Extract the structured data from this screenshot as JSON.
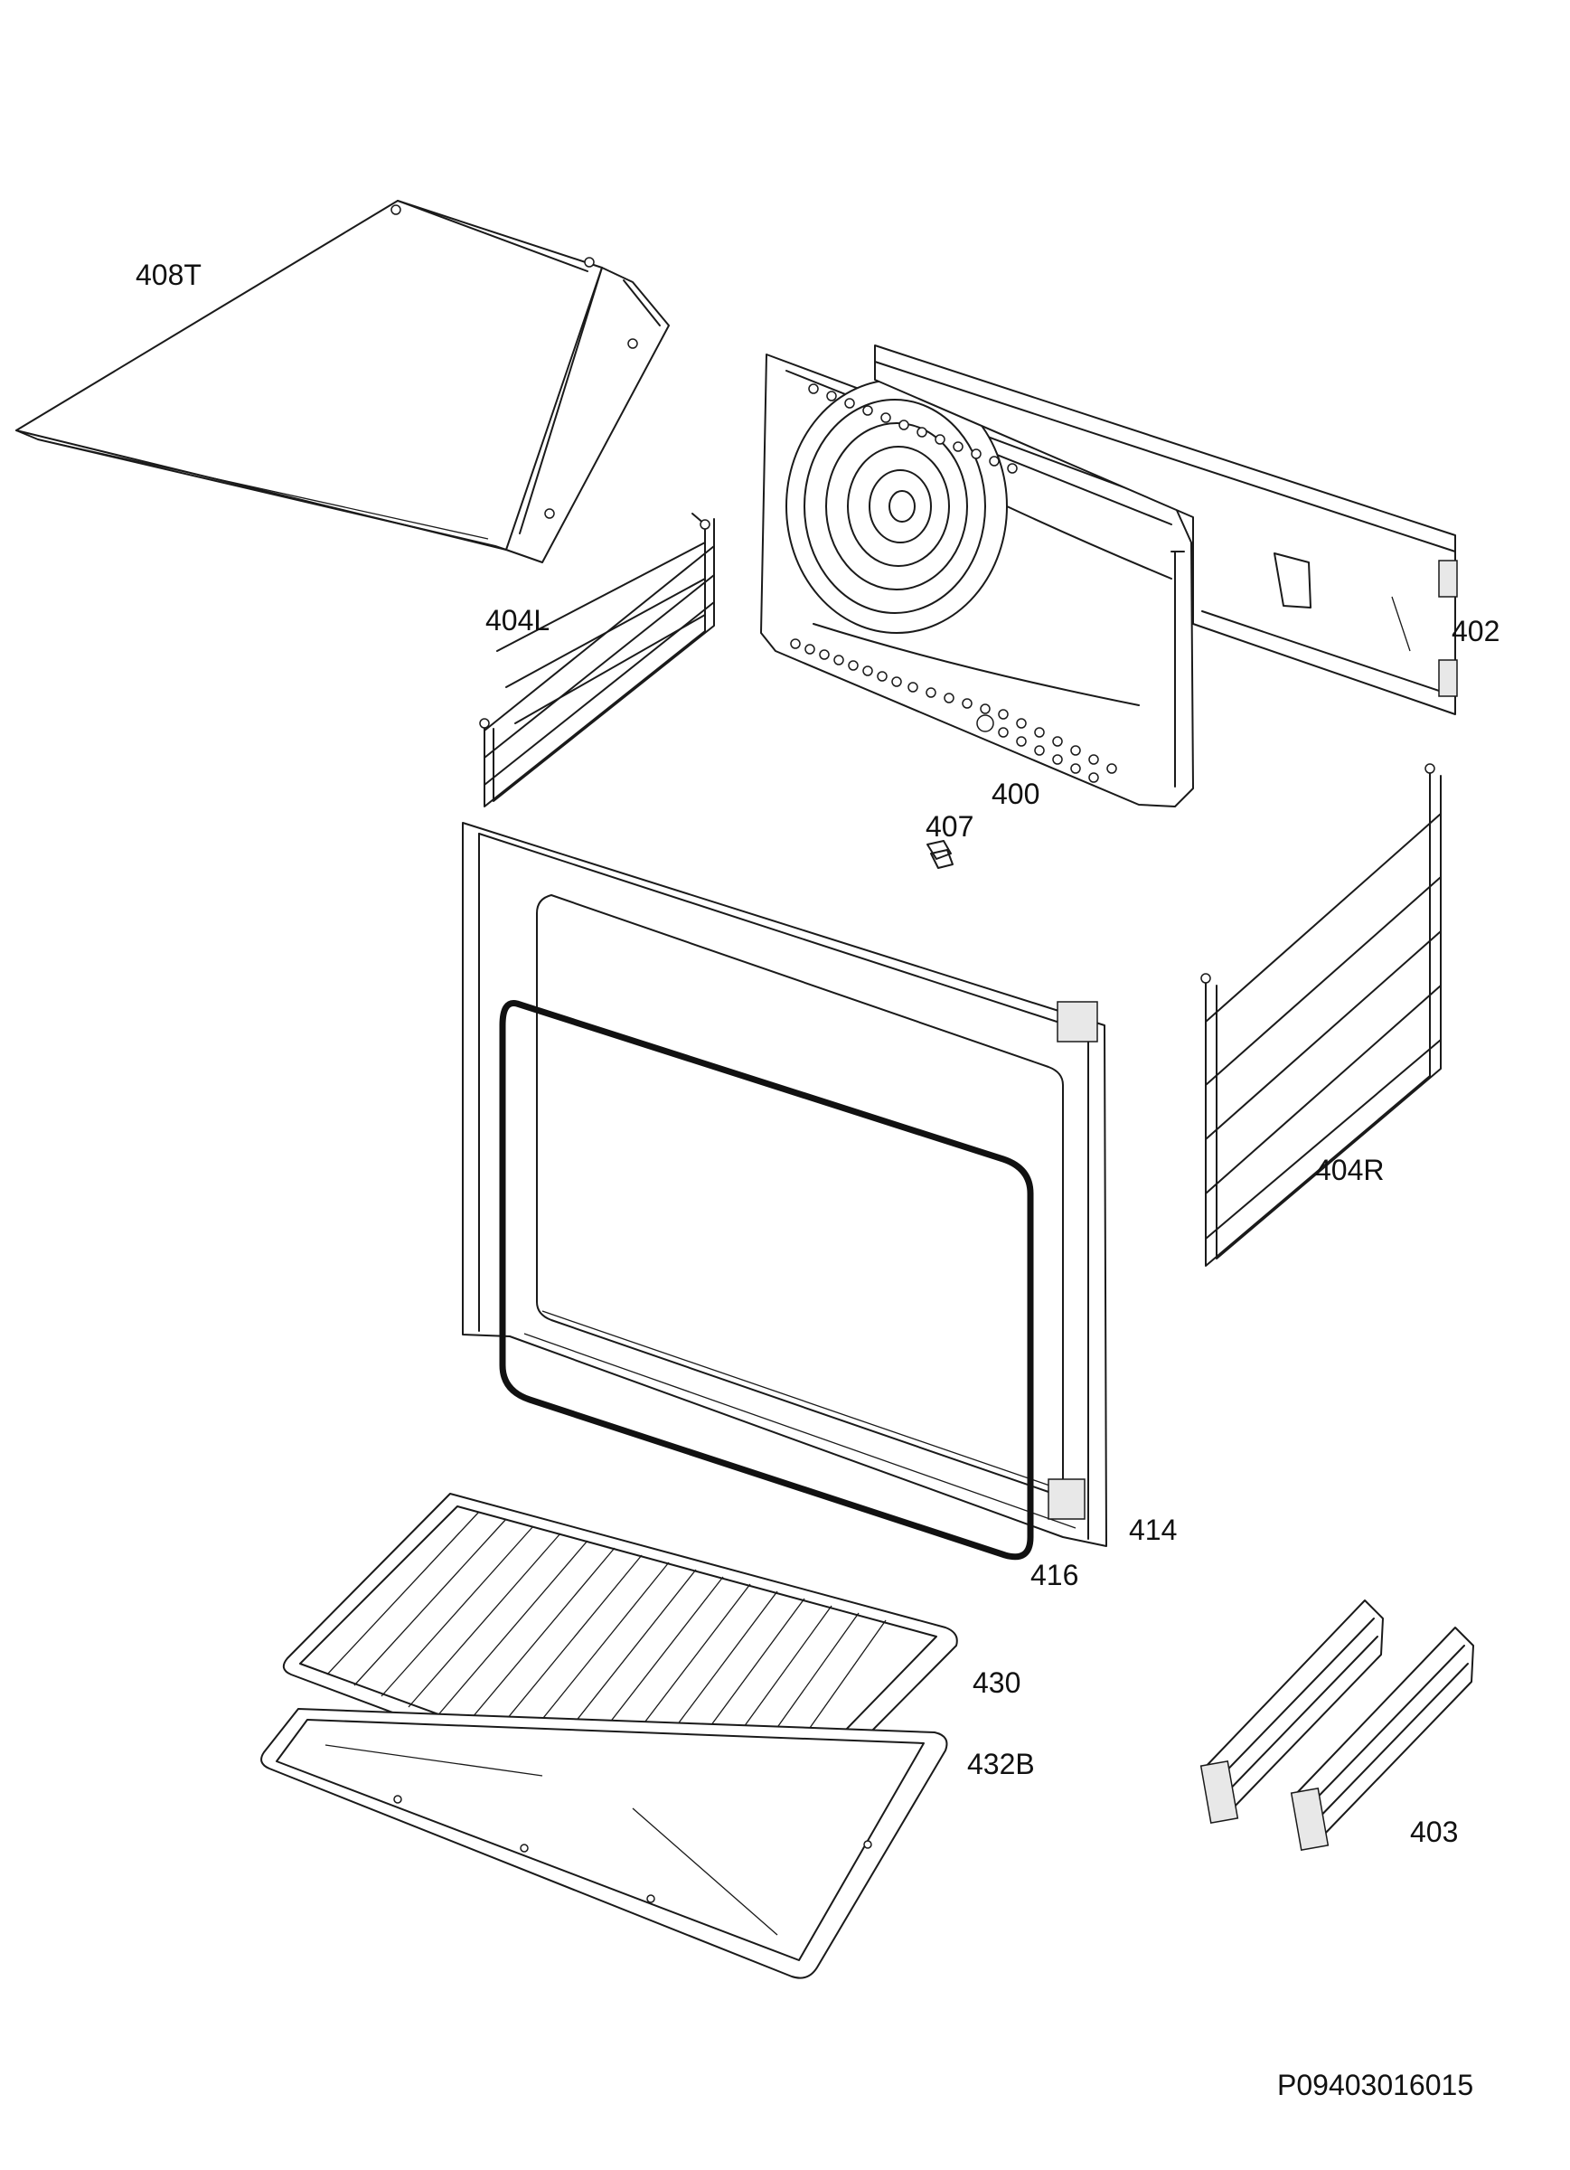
{
  "diagram": {
    "parts": [
      {
        "id": "top-shield",
        "label": "408T"
      },
      {
        "id": "rear-panel",
        "label": "400"
      },
      {
        "id": "rear-bracket",
        "label": "402"
      },
      {
        "id": "left-rail",
        "label": "404L"
      },
      {
        "id": "clip",
        "label": "407"
      },
      {
        "id": "right-rail",
        "label": "404R"
      },
      {
        "id": "oven-frame",
        "label": "414"
      },
      {
        "id": "door-gasket",
        "label": "416"
      },
      {
        "id": "wire-shelf",
        "label": "430"
      },
      {
        "id": "baking-tray",
        "label": "432B"
      },
      {
        "id": "telescopic-runners",
        "label": "403"
      }
    ],
    "document_code": "P09403016015"
  }
}
